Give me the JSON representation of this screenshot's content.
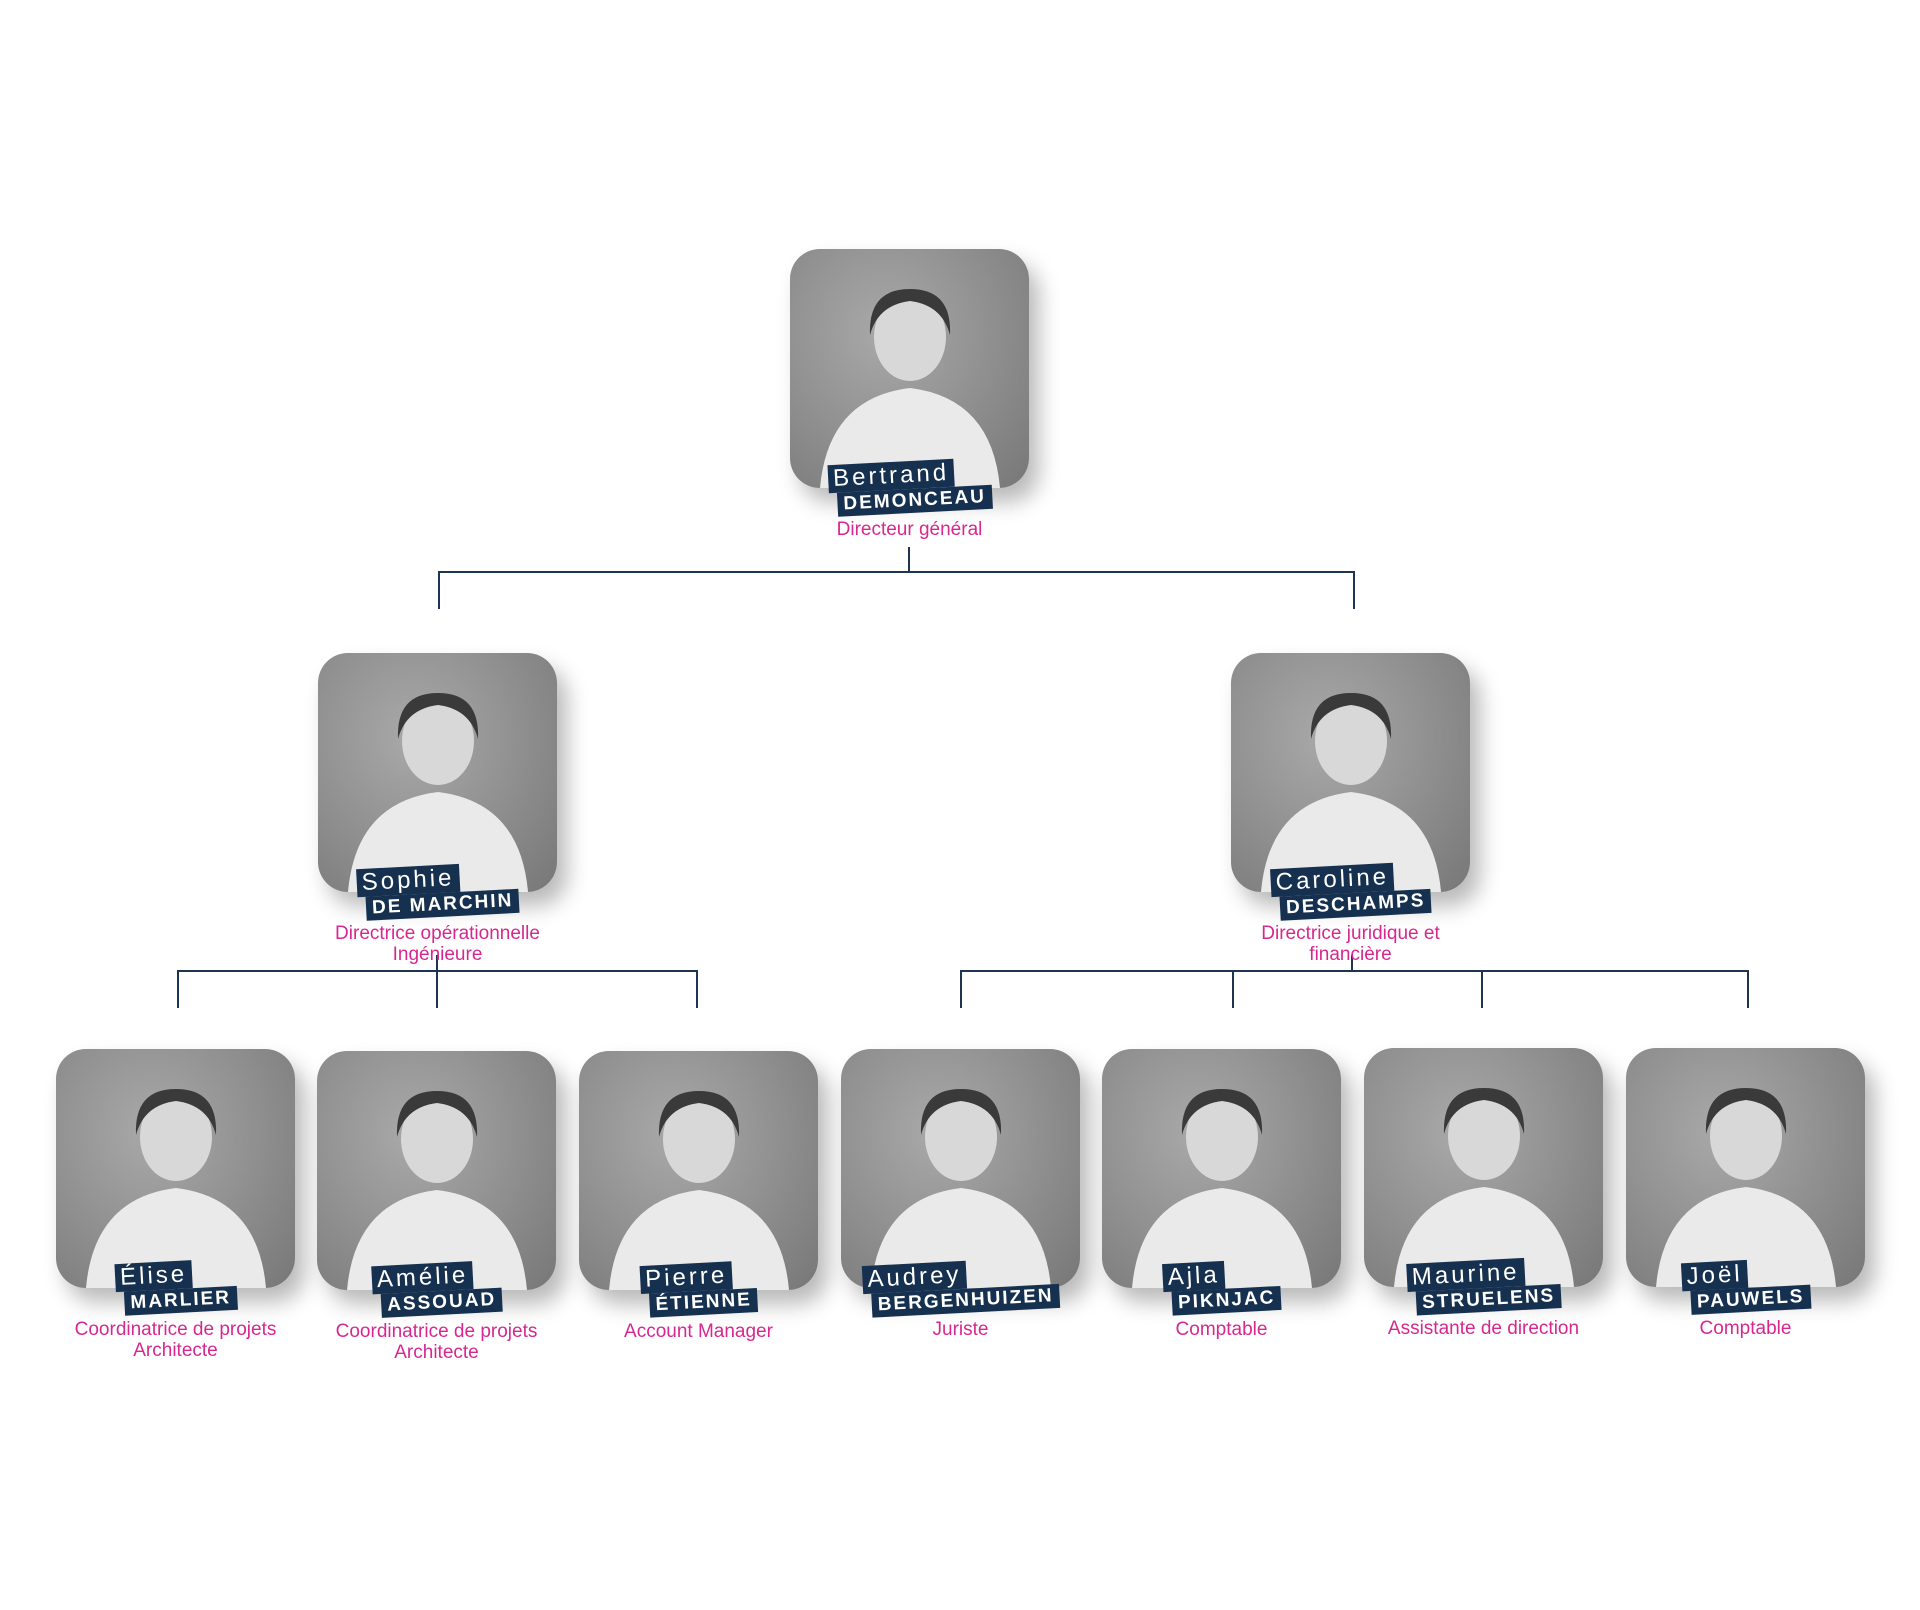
{
  "colors": {
    "accent": "#d6288f",
    "tag": "#16304f",
    "lines": "#1d3550"
  },
  "people": [
    {
      "first": "Bertrand",
      "last": "DEMONCEAU",
      "role": [
        "Directeur général"
      ]
    },
    {
      "first": "Sophie",
      "last": "DE MARCHIN",
      "role": [
        "Directrice opérationnelle",
        "Ingénieure"
      ]
    },
    {
      "first": "Caroline",
      "last": "DESCHAMPS",
      "role": [
        "Directrice juridique et",
        "financière"
      ]
    },
    {
      "first": "Élise",
      "last": "MARLIER",
      "role": [
        "Coordinatrice de projets",
        "Architecte"
      ]
    },
    {
      "first": "Amélie",
      "last": "ASSOUAD",
      "role": [
        "Coordinatrice de projets",
        "Architecte"
      ]
    },
    {
      "first": "Pierre",
      "last": "ÉTIENNE",
      "role": [
        "Account Manager"
      ]
    },
    {
      "first": "Audrey",
      "last": "BERGENHUIZEN",
      "role": [
        "Juriste"
      ]
    },
    {
      "first": "Ajla",
      "last": "PIKNJAC",
      "role": [
        "Comptable"
      ]
    },
    {
      "first": "Maurine",
      "last": "STRUELENS",
      "role": [
        "Assistante de direction"
      ]
    },
    {
      "first": "Joël",
      "last": "PAUWELS",
      "role": [
        "Comptable"
      ]
    }
  ]
}
